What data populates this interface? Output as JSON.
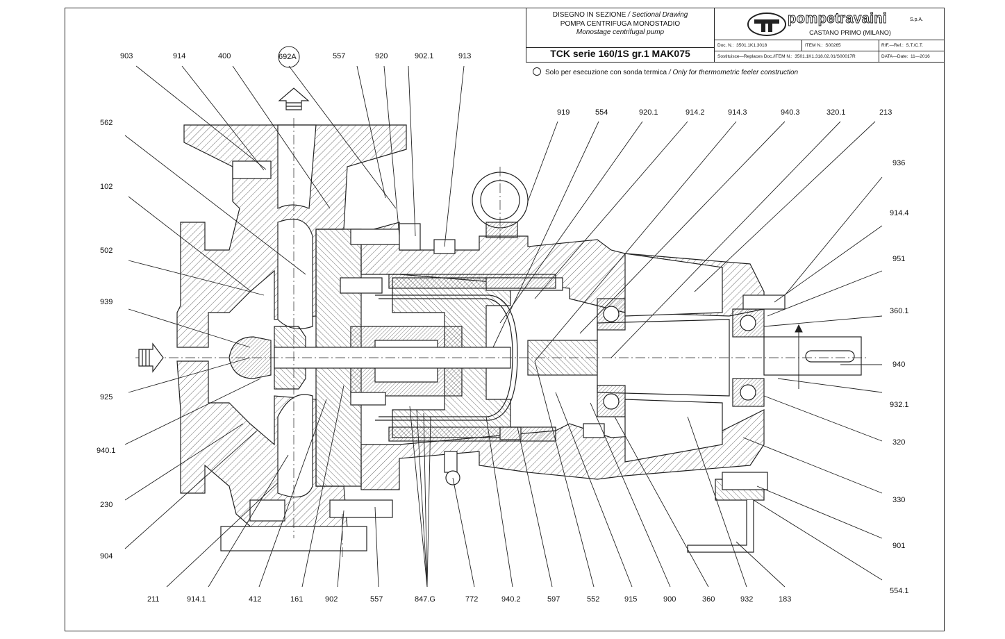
{
  "title_block": {
    "line1_it": "DISEGNO IN SEZIONE",
    "line1_sep": " / ",
    "line1_en": "Sectional Drawing",
    "line2": "POMPA CENTRIFUGA MONOSTADIO",
    "line3": "Monostage centrifugal pump",
    "model": "TCK serie 160/1S gr.1 MAK075",
    "brand": "pompetravaini",
    "brand_suffix": "S.p.A.",
    "location": "CASTANO PRIMO  (MILANO)",
    "doc_label": "Doc. N.:",
    "doc_value": "3501.1K1.3018",
    "item_label": "ITEM N.:",
    "item_value": "S00265",
    "rif_label": "RIF.—Ref.:",
    "rif_value": "S.T./C.T.",
    "replaces_label": "Sostituisce—Replaces Doc./ITEM N.:",
    "replaces_value": "3501.1K1.318.02.01/S00017R",
    "date_label": "DATA—Date:",
    "date_value": "11—2016"
  },
  "note": {
    "it": "Solo per esecuzione con sonda termica",
    "sep": " / ",
    "en": "Only for thermometric feeler construction"
  },
  "callouts_top": [
    "903",
    "914",
    "400",
    "692A",
    "557",
    "920",
    "902.1",
    "913"
  ],
  "callouts_upper_right": [
    "919",
    "554",
    "920.1",
    "914.2",
    "914.3",
    "940.3",
    "320.1",
    "213"
  ],
  "callouts_left": [
    "562",
    "102",
    "502",
    "939",
    "925",
    "940.1",
    "230",
    "904"
  ],
  "callouts_right": [
    "936",
    "914.4",
    "951",
    "360.1",
    "940",
    "932.1",
    "320",
    "330",
    "901",
    "554.1"
  ],
  "callouts_bottom": [
    "211",
    "914.1",
    "412",
    "161",
    "902",
    "557",
    "847.G",
    "772",
    "940.2",
    "597",
    "552",
    "915",
    "900",
    "360",
    "932",
    "183"
  ],
  "colors": {
    "line": "#222222",
    "hatch": "#444444",
    "paper": "#ffffff"
  },
  "icons": [
    "flow-arrow-icon",
    "discharge-arrow-icon",
    "lifting-eye-icon",
    "rotation-arrow-icon",
    "logo-mark-icon"
  ]
}
